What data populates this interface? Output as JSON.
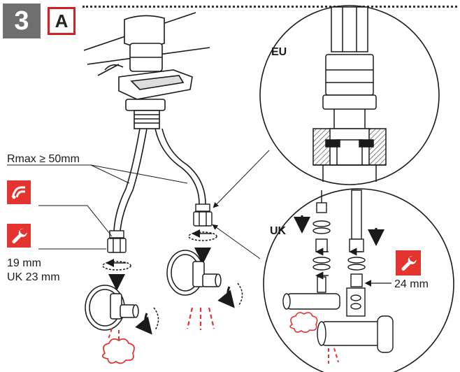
{
  "header": {
    "step_number": "3",
    "variant_label": "A"
  },
  "labels": {
    "rmax": "Rmax ≥ 50mm",
    "size_a": "19 mm",
    "size_b": "UK 23 mm",
    "eu": "EU",
    "uk": "UK",
    "size_c": "24 mm"
  },
  "icons": {
    "seal_tape": "thread-seal-icon",
    "wrench": "wrench-icon",
    "wrench_detail": "wrench-icon"
  },
  "colors": {
    "accent": "#e3342f",
    "step_bg": "#6f6f6f",
    "line": "#1a1a1a"
  }
}
